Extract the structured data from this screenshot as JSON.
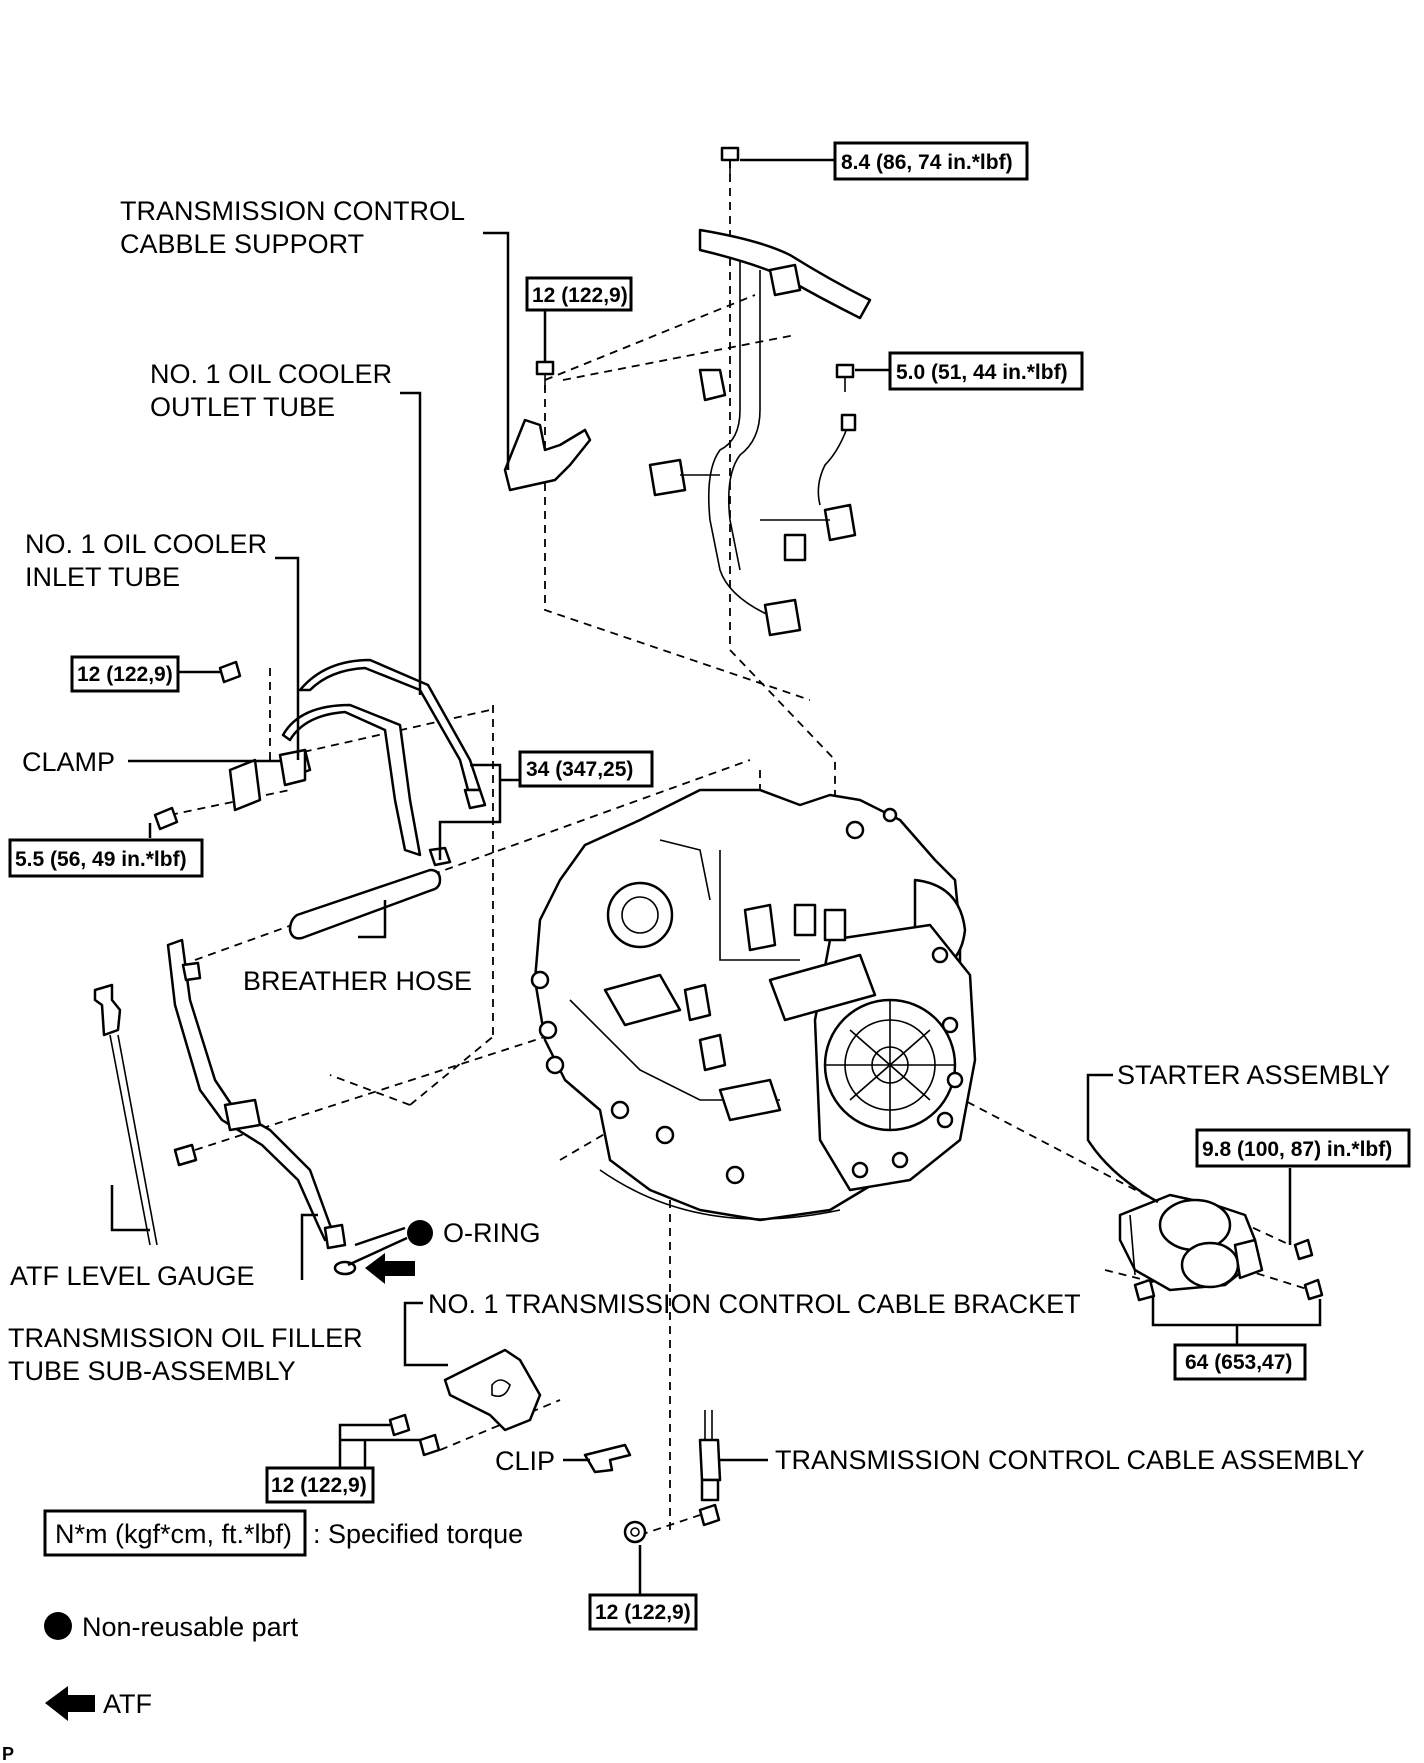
{
  "labels": {
    "tc_cable_support_1": "TRANSMISSION CONTROL",
    "tc_cable_support_2": "CABBLE SUPPORT",
    "outlet_tube_1": "NO. 1 OIL COOLER",
    "outlet_tube_2": "OUTLET TUBE",
    "inlet_tube_1": "NO. 1 OIL COOLER",
    "inlet_tube_2": "INLET TUBE",
    "clamp": "CLAMP",
    "breather_hose": "BREATHER HOSE",
    "starter_assembly": "STARTER ASSEMBLY",
    "o_ring": "O-RING",
    "atf_level_gauge": "ATF LEVEL GAUGE",
    "filler_tube_1": "TRANSMISSION OIL FILLER",
    "filler_tube_2": "TUBE SUB-ASSEMBLY",
    "cable_bracket": "NO. 1 TRANSMISSION CONTROL CABLE BRACKET",
    "clip": "CLIP",
    "cable_assembly": "TRANSMISSION CONTROL CABLE ASSEMBLY"
  },
  "torques": {
    "harness_top": "8.4 (86, 74 in.*lbf)",
    "support_bolt": "12 (122,9)",
    "ground_bolt": "5.0 (51, 44 in.*lbf)",
    "inlet_bolt": "12 (122,9)",
    "tube_unions": "34 (347,25)",
    "clamp_bolt": "5.5 (56, 49 in.*lbf)",
    "starter_nut": "9.8 (100, 87) in.*lbf)",
    "starter_bolts": "64 (653,47)",
    "bracket_bolts": "12 (122,9)",
    "cable_nut": "12 (122,9)"
  },
  "legend": {
    "torque_key": "N*m (kgf*cm, ft.*lbf)",
    "torque_desc": ": Specified torque",
    "non_reusable": "Non-reusable part",
    "atf": "ATF"
  },
  "corner_mark": "P"
}
